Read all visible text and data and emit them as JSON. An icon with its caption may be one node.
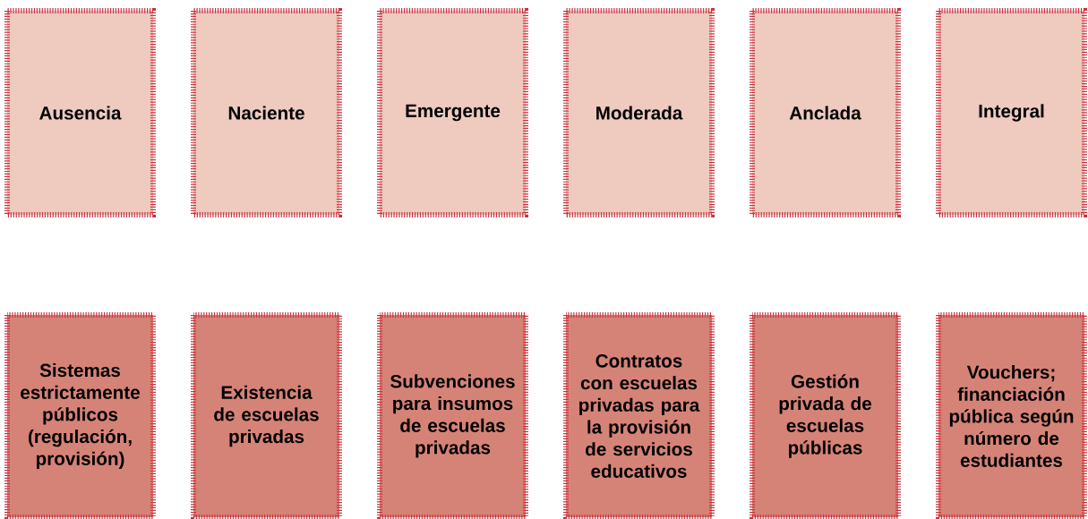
{
  "diagram": {
    "nodes": [
      {
        "text": [
          "Ausencia"
        ]
      },
      {
        "text": [
          "Naciente"
        ]
      },
      {
        "text": [
          "Emergente"
        ]
      },
      {
        "text": [
          "Moderada"
        ]
      },
      {
        "text": [
          "Anclada"
        ]
      },
      {
        "text": [
          "Integral"
        ]
      },
      {
        "text": [
          "Sistemas estrictamente públicos (regulación, provisión)"
        ]
      },
      {
        "text": [
          "Existencia de escuelas privadas"
        ]
      },
      {
        "text": [
          "Subvenciones para insumos de escuelas privadas"
        ]
      },
      {
        "text": [
          "Contratos con escuelas privadas para la provisión de servicios educativos"
        ]
      },
      {
        "text": [
          "Gestión privada de escuelas públicas"
        ]
      },
      {
        "text": [
          "Vouchers; financiación pública según número de estudiantes"
        ]
      }
    ]
  }
}
